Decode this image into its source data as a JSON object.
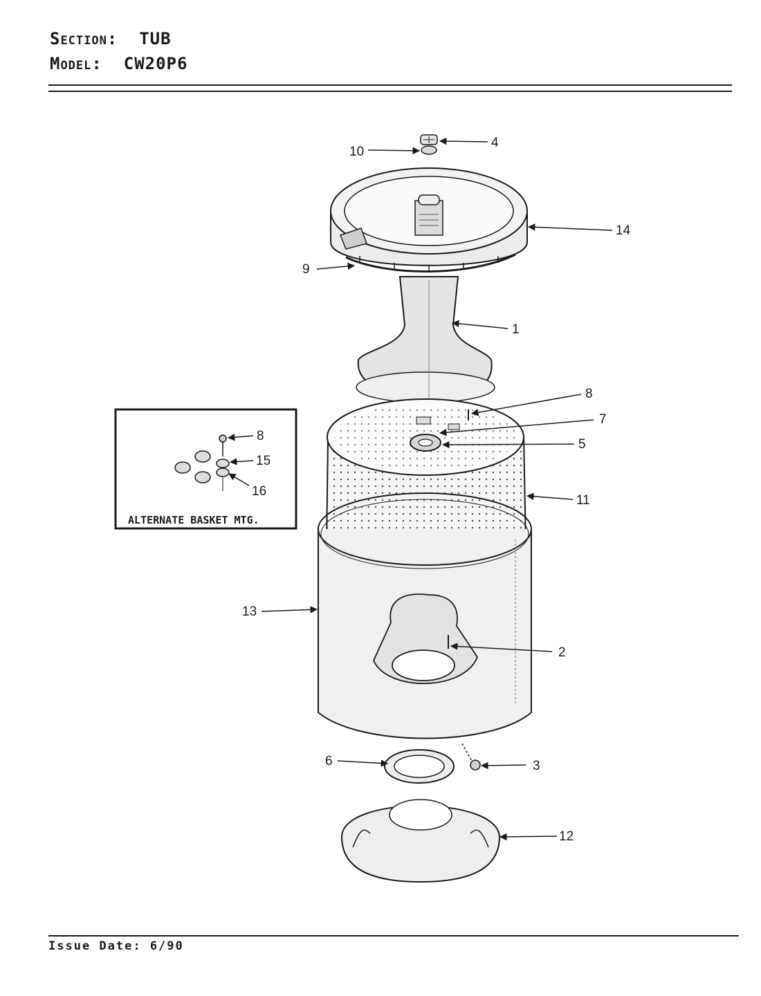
{
  "header": {
    "section_key": "Section:",
    "section_value": "TUB",
    "model_key": "Model:",
    "model_value": "CW20P6"
  },
  "footer": {
    "issue_date": "Issue Date: 6/90"
  },
  "inset": {
    "caption": "ALTERNATE BASKET MTG."
  },
  "callouts": {
    "c1": "1",
    "c2": "2",
    "c3": "3",
    "c4": "4",
    "c5": "5",
    "c6": "6",
    "c7": "7",
    "c8": "8",
    "c9": "9",
    "c10": "10",
    "c11": "11",
    "c12": "12",
    "c13": "13",
    "c14": "14",
    "i8": "8",
    "i15": "15",
    "i16": "16"
  }
}
